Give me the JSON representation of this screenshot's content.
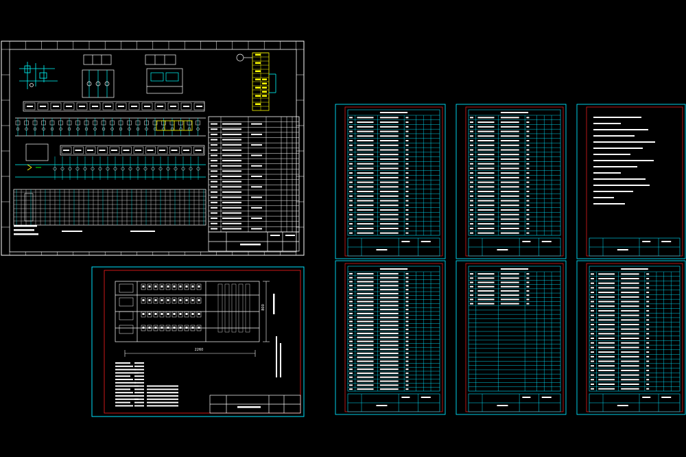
{
  "sheets": [
    {
      "id": "main-schematic"
    },
    {
      "id": "cabinet-layout",
      "dimension_width": "2260",
      "dimension_height": "800"
    },
    {
      "id": "bom-1"
    },
    {
      "id": "bom-2"
    },
    {
      "id": "notes"
    },
    {
      "id": "bom-3"
    },
    {
      "id": "bom-4"
    },
    {
      "id": "bom-5"
    }
  ],
  "colors": {
    "background": "#000000",
    "frame": "#ffffff",
    "inner_border": "#ff2020",
    "table_lines": "#00e5ff",
    "table_text": "#ffffff",
    "schematic_lines": "#00ffff",
    "highlight_yellow": "#ffff00",
    "accent_green": "#00ff00"
  }
}
